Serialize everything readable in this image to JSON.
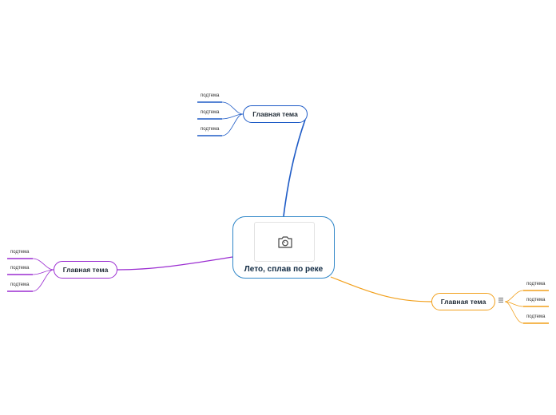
{
  "center": {
    "label": "Лето, сплав по реке",
    "border_color": "#2f86c8",
    "image_icon": "camera-icon"
  },
  "branches": {
    "top": {
      "label": "Главная тема",
      "color": "#1e5bc6",
      "subtopics": [
        "подтема",
        "подтема",
        "подтема"
      ]
    },
    "left": {
      "label": "Главная тема",
      "color": "#9b2dd1",
      "subtopics": [
        "подтема",
        "подтема",
        "подтема"
      ]
    },
    "right": {
      "label": "Главная тема",
      "color": "#f2a01c",
      "subtopics": [
        "подтема",
        "подтема",
        "подтема"
      ],
      "collapse_icon": "menu-icon"
    }
  }
}
